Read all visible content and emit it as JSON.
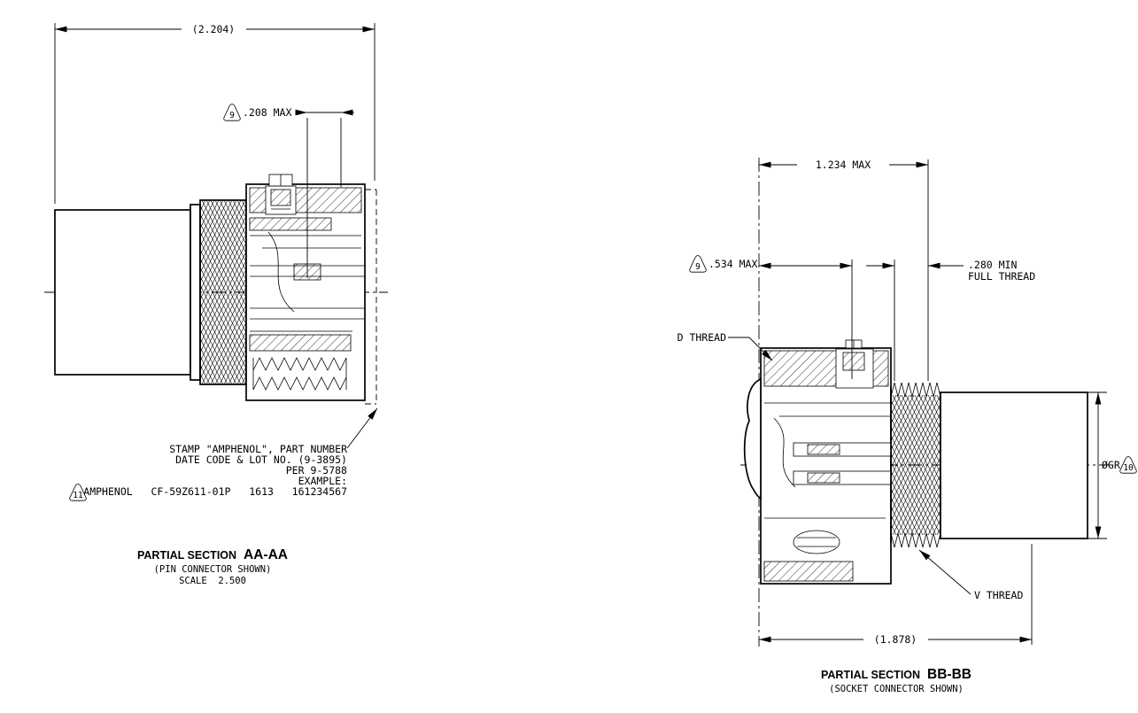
{
  "page": {
    "background": "#ffffff",
    "line_color": "#000000"
  },
  "view_aa": {
    "dim_overall": "(2.204)",
    "flag_208": "9",
    "dim_208": ".208 MAX",
    "flag_note": "11",
    "note_line1": "STAMP \"AMPHENOL\", PART NUMBER",
    "note_line2": "DATE CODE & LOT NO. (9-3895)",
    "note_line3": "PER 9-5788",
    "note_line4": "EXAMPLE:",
    "note_line5": "AMPHENOL   CF-59Z611-01P   1613   161234567",
    "title": "PARTIAL SECTION",
    "title_id": "AA-AA",
    "subtitle": "(PIN CONNECTOR SHOWN)",
    "scale": "SCALE  2.500"
  },
  "view_bb": {
    "dim_width": "1.234 MAX",
    "flag_534": "9",
    "dim_534": ".534 MAX",
    "dim_280_line1": ".280 MIN",
    "dim_280_line2": "FULL THREAD",
    "label_d_thread": "D THREAD",
    "label_v_thread": "V THREAD",
    "dia_label": "ØGR",
    "flag_dia": "10",
    "dim_length": "(1.878)",
    "title": "PARTIAL SECTION",
    "title_id": "BB-BB",
    "subtitle": "(SOCKET CONNECTOR SHOWN)"
  }
}
